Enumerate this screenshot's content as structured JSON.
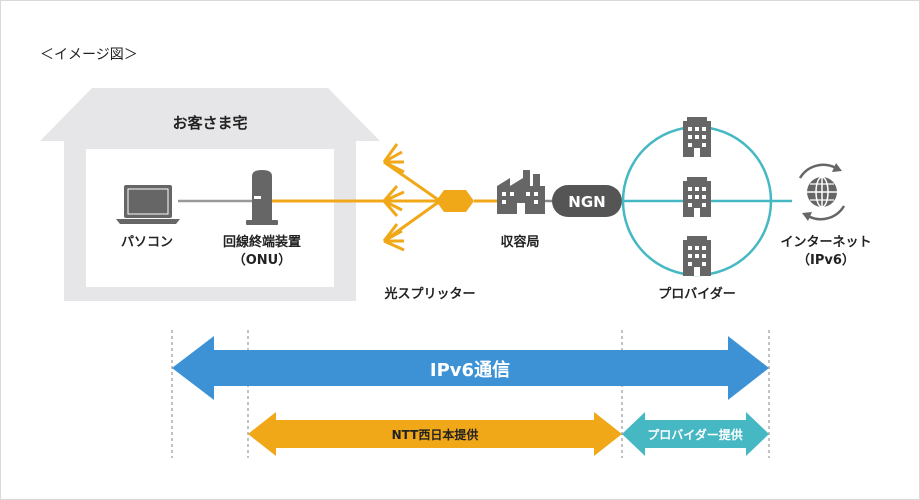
{
  "caption": "＜イメージ図＞",
  "house": {
    "label": "お客さま宅"
  },
  "devices": {
    "pc": "パソコン",
    "onu_line1": "回線終端装置",
    "onu_line2": "（ONU）"
  },
  "splitter": "光スプリッター",
  "office": "収容局",
  "ngn": "NGN",
  "provider": "プロバイダー",
  "internet_line1": "インターネット",
  "internet_line2": "（IPv6）",
  "arrows": {
    "ipv6": "IPv6通信",
    "ntt": "NTT西日本提供",
    "provider": "プロバイダー提供"
  },
  "colors": {
    "fiber": "#f0a818",
    "ipv6_arrow": "#3d92d6",
    "ntt_arrow": "#f0a818",
    "provider_arrow": "#45b8c4",
    "provider_ring": "#45b8c4",
    "house": "#e6e6e8",
    "icon": "#666666"
  },
  "icons": [
    "laptop-icon",
    "onu-icon",
    "factory-icon",
    "building-icon",
    "globe-icon"
  ]
}
